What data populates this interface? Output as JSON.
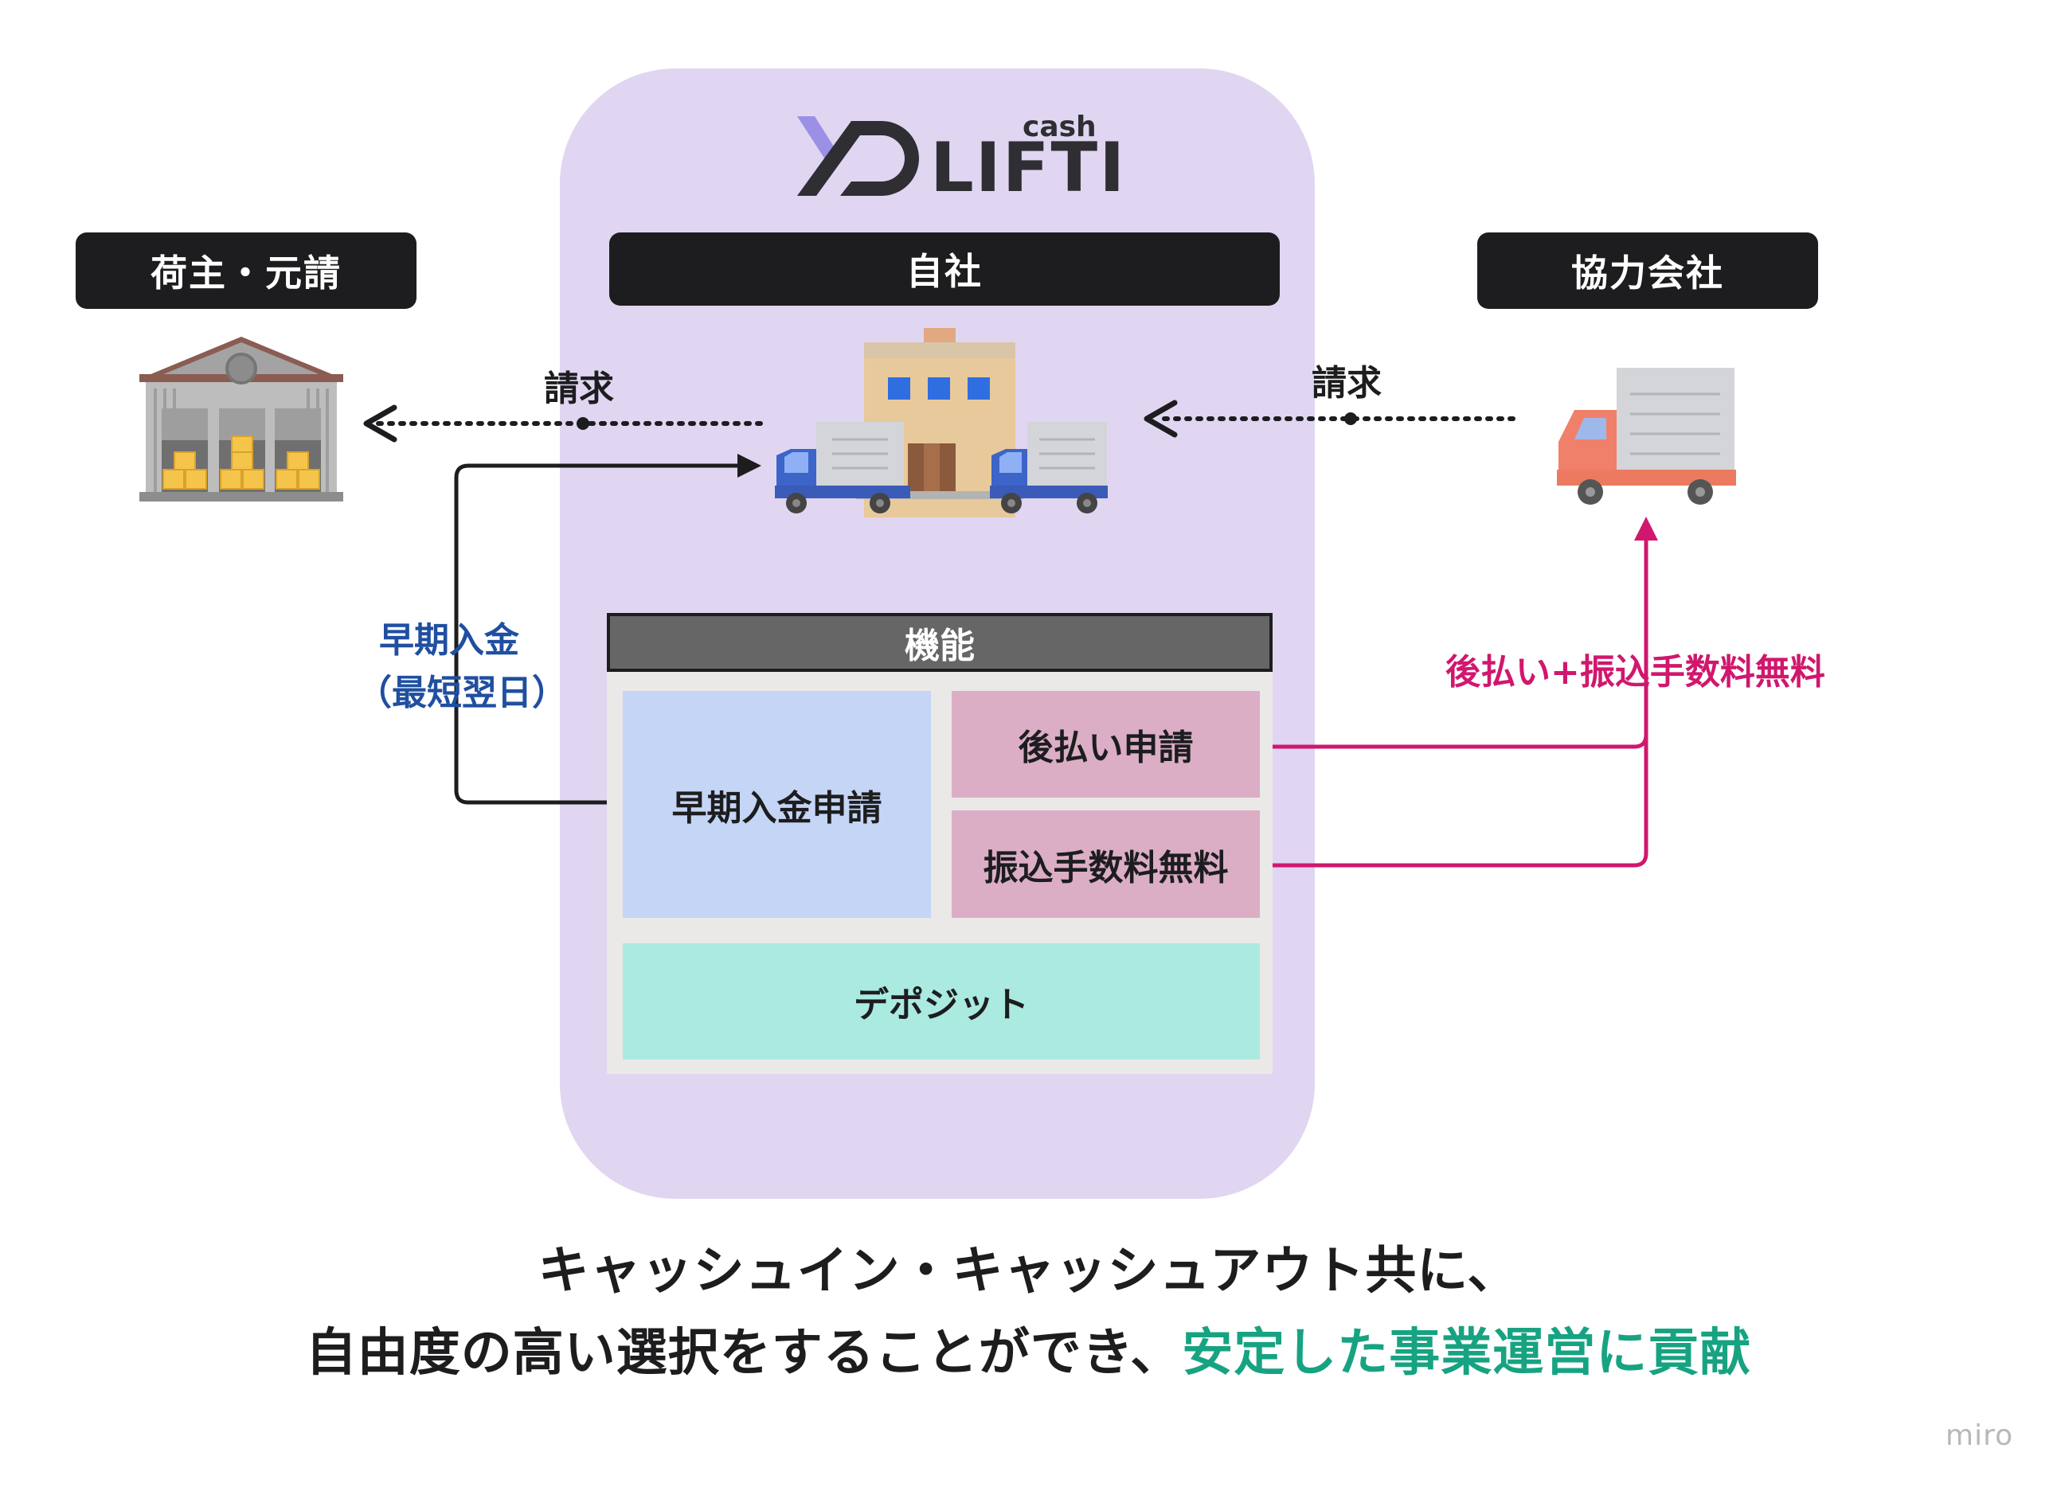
{
  "logo": {
    "brand": "LIFTI",
    "sub": "cash"
  },
  "headers": {
    "left": "荷主・元請",
    "center": "自社",
    "right": "協力会社"
  },
  "arrows": {
    "left_billing": "請求",
    "right_billing": "請求",
    "early_payment_line1": "早期入金",
    "early_payment_line2": "（最短翌日）",
    "deferred_payment": "後払い+振込手数料無料"
  },
  "functions": {
    "title": "機能",
    "early_payment_request": "早期入金申請",
    "deferred_payment_request": "後払い申請",
    "free_transfer_fee": "振込手数料無料",
    "deposit": "デポジット"
  },
  "caption": {
    "line1": "キャッシュイン・キャッシュアウト共に、",
    "line2_prefix": "自由度の高い選択をすることができ、",
    "line2_highlight": "安定した事業運営に貢献"
  },
  "watermark": "miro",
  "colors": {
    "pill": "#e0d6f1",
    "header_bg": "#1d1d1f",
    "early_payment_text": "#1f4fa0",
    "deferred_arrow": "#d0176d",
    "highlight_text": "#17a382",
    "box_blue": "#c5d5f5",
    "box_pink": "#dbaec5",
    "box_teal": "#abeae0"
  }
}
